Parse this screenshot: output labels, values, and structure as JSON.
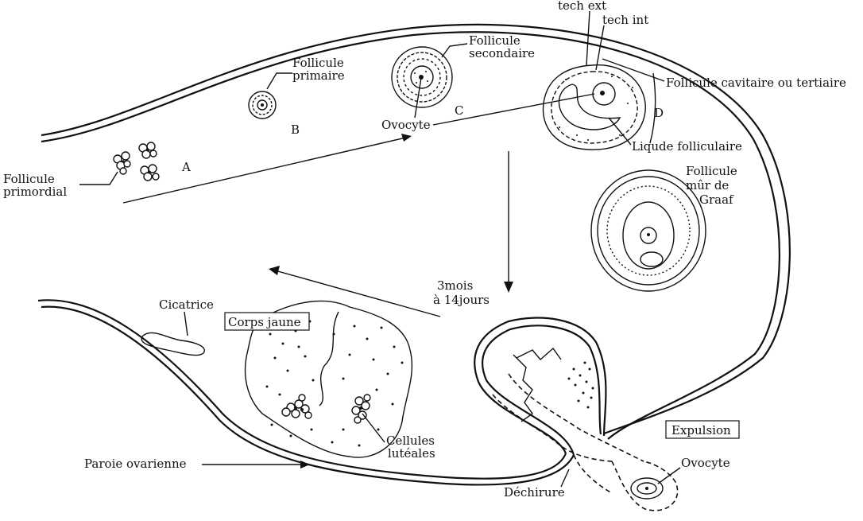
{
  "labels": {
    "follicule_primordial_1": "Follicule",
    "follicule_primordial_2": "primordial",
    "follicule_primaire_1": "Follicule",
    "follicule_primaire_2": "primaire",
    "follicule_secondaire_1": "Follicule",
    "follicule_secondaire_2": "secondaire",
    "ovocyte_top": "Ovocyte",
    "tech_ext": "tech ext",
    "tech_int": "tech int",
    "follicule_cavitaire": "Follicule cavitaire ou tertiaire",
    "liquide_folliculaire": "Liqude folliculaire",
    "graaf_1": "Follicule",
    "graaf_2": "mûr de",
    "graaf_3": "Graaf",
    "letter_a": "A",
    "letter_b": "B",
    "letter_c": "C",
    "letter_d": "D",
    "duree_1": "3mois",
    "duree_2": "à 14jours",
    "cicatrice": "Cicatrice",
    "corps_jaune": "Corps jaune",
    "cellules_1": "Cellules",
    "cellules_2": "lutéales",
    "paroi": "Paroie ovarienne",
    "dechirure": "Déchirure",
    "expulsion": "Expulsion",
    "ovocyte_bottom": "Ovocyte"
  }
}
